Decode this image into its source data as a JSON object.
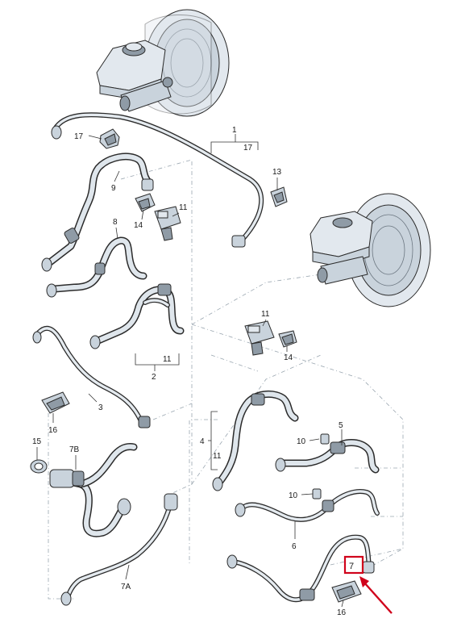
{
  "labels": {
    "l1": "1",
    "l17a": "17",
    "l17b": "17",
    "l13": "13",
    "l9": "9",
    "l14a": "14",
    "l11a": "11",
    "l8": "8",
    "l11b": "11",
    "l14b": "14",
    "l11c": "11",
    "l2": "2",
    "l3": "3",
    "l16a": "16",
    "l15": "15",
    "l7B": "7B",
    "l4": "4",
    "l11d": "11",
    "l10a": "10",
    "l5": "5",
    "l10b": "10",
    "l6": "6",
    "l7A": "7A",
    "l7": "7",
    "l16b": "16"
  },
  "colors": {
    "highlight_box": "#d0021b",
    "arrow": "#d0021b"
  }
}
